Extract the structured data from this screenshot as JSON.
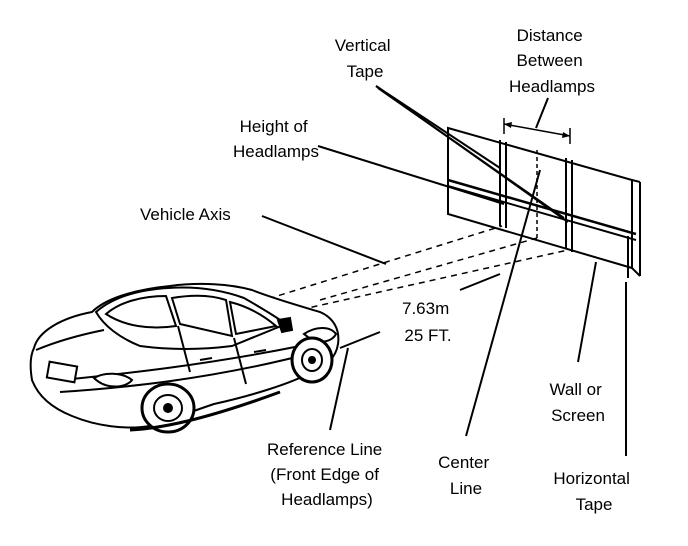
{
  "labels": {
    "vertical_tape": [
      "Vertical",
      "Tape"
    ],
    "distance_between_headlamps": [
      "Distance",
      "Between",
      "Headlamps"
    ],
    "height_of_headlamps": [
      "Height of",
      "Headlamps"
    ],
    "vehicle_axis": [
      "Vehicle Axis"
    ],
    "distance": [
      "7.63m",
      "25 FT."
    ],
    "reference_line": [
      "Reference Line",
      "(Front Edge of",
      "Headlamps)"
    ],
    "center_line": [
      "Center",
      "Line"
    ],
    "wall_or_screen": [
      "Wall or",
      "Screen"
    ],
    "horizontal_tape": [
      "Horizontal",
      "Tape"
    ]
  }
}
